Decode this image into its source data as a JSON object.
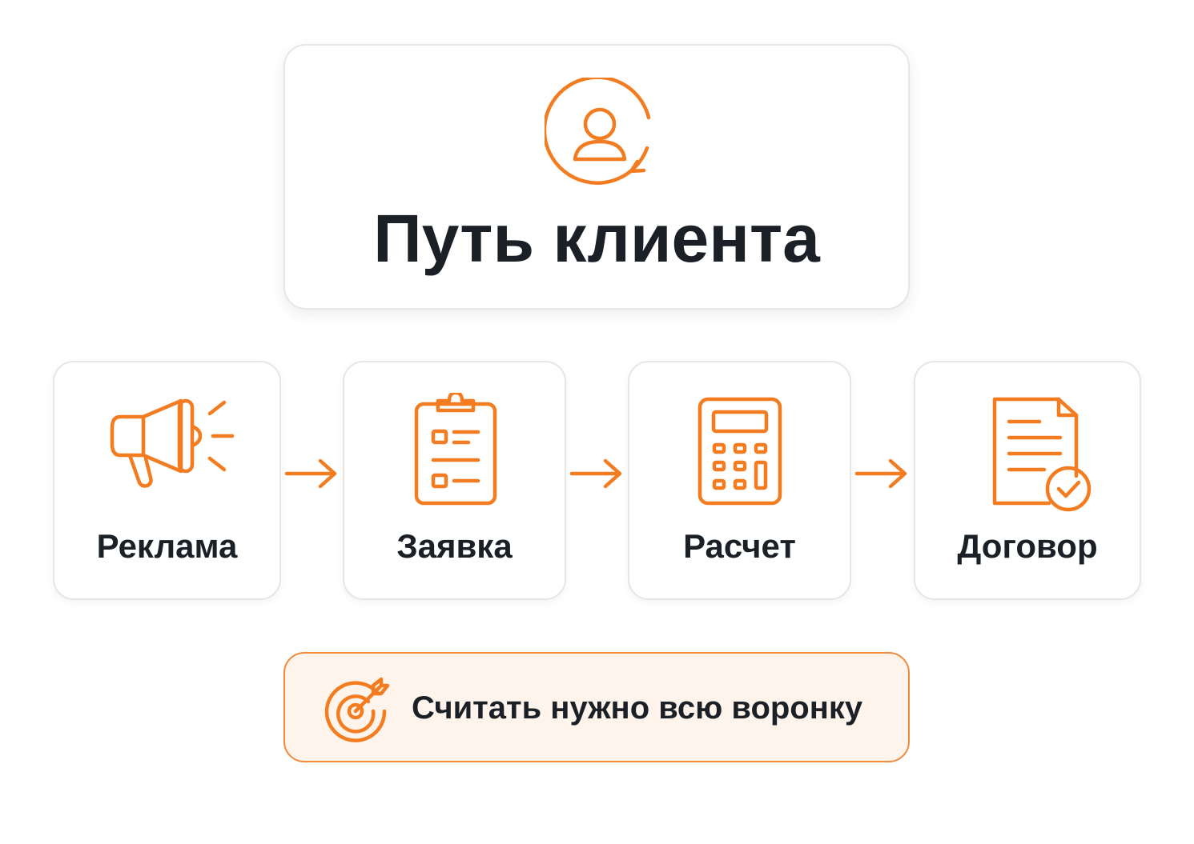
{
  "header": {
    "title": "Путь клиента",
    "icon": "user-cycle-icon"
  },
  "steps": [
    {
      "label": "Реклама",
      "icon": "megaphone-icon"
    },
    {
      "label": "Заявка",
      "icon": "clipboard-icon"
    },
    {
      "label": "Расчет",
      "icon": "calculator-icon"
    },
    {
      "label": "Договор",
      "icon": "document-check-icon"
    }
  ],
  "note": {
    "text": "Считать нужно всю воронку",
    "icon": "target-icon"
  },
  "colors": {
    "accent": "#f47c20",
    "text": "#1b2027",
    "note_background": "#fff4ec",
    "card_border": "#e6e6e6"
  }
}
